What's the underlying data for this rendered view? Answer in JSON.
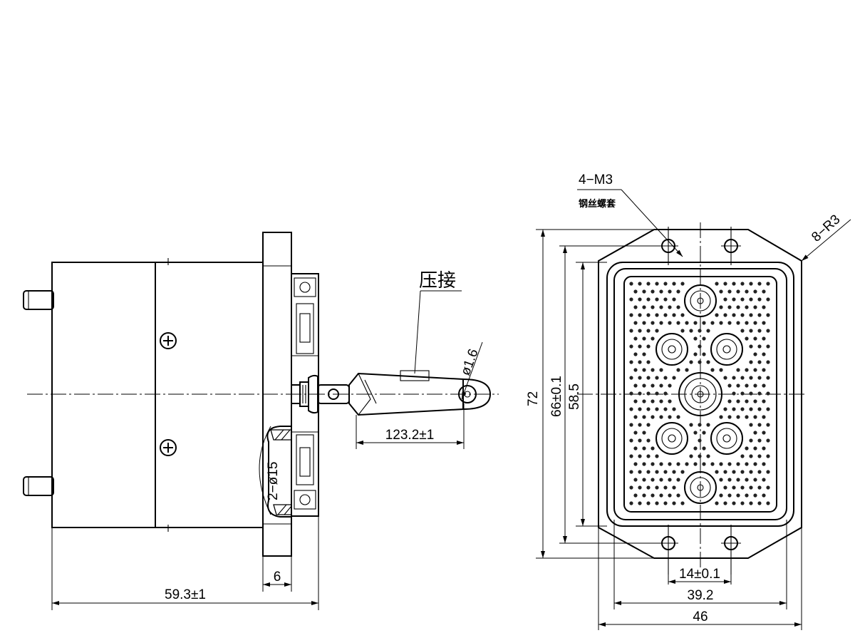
{
  "side_view": {
    "crimp_label": "压接",
    "wire_dia": "ø1.6",
    "wire_len": "123.2±1",
    "hole_label": "2−ø15",
    "flange_thk": "6",
    "body_len": "59.3±1"
  },
  "front_view": {
    "screw_spec": "4−M3",
    "screw_note": "钢丝螺套",
    "corner_radius": "8−R3",
    "height_total": "72",
    "height_hole": "66±0.1",
    "height_inner": "58.5",
    "pitch": "14±0.1",
    "width_inner": "39.2",
    "width_total": "46"
  }
}
